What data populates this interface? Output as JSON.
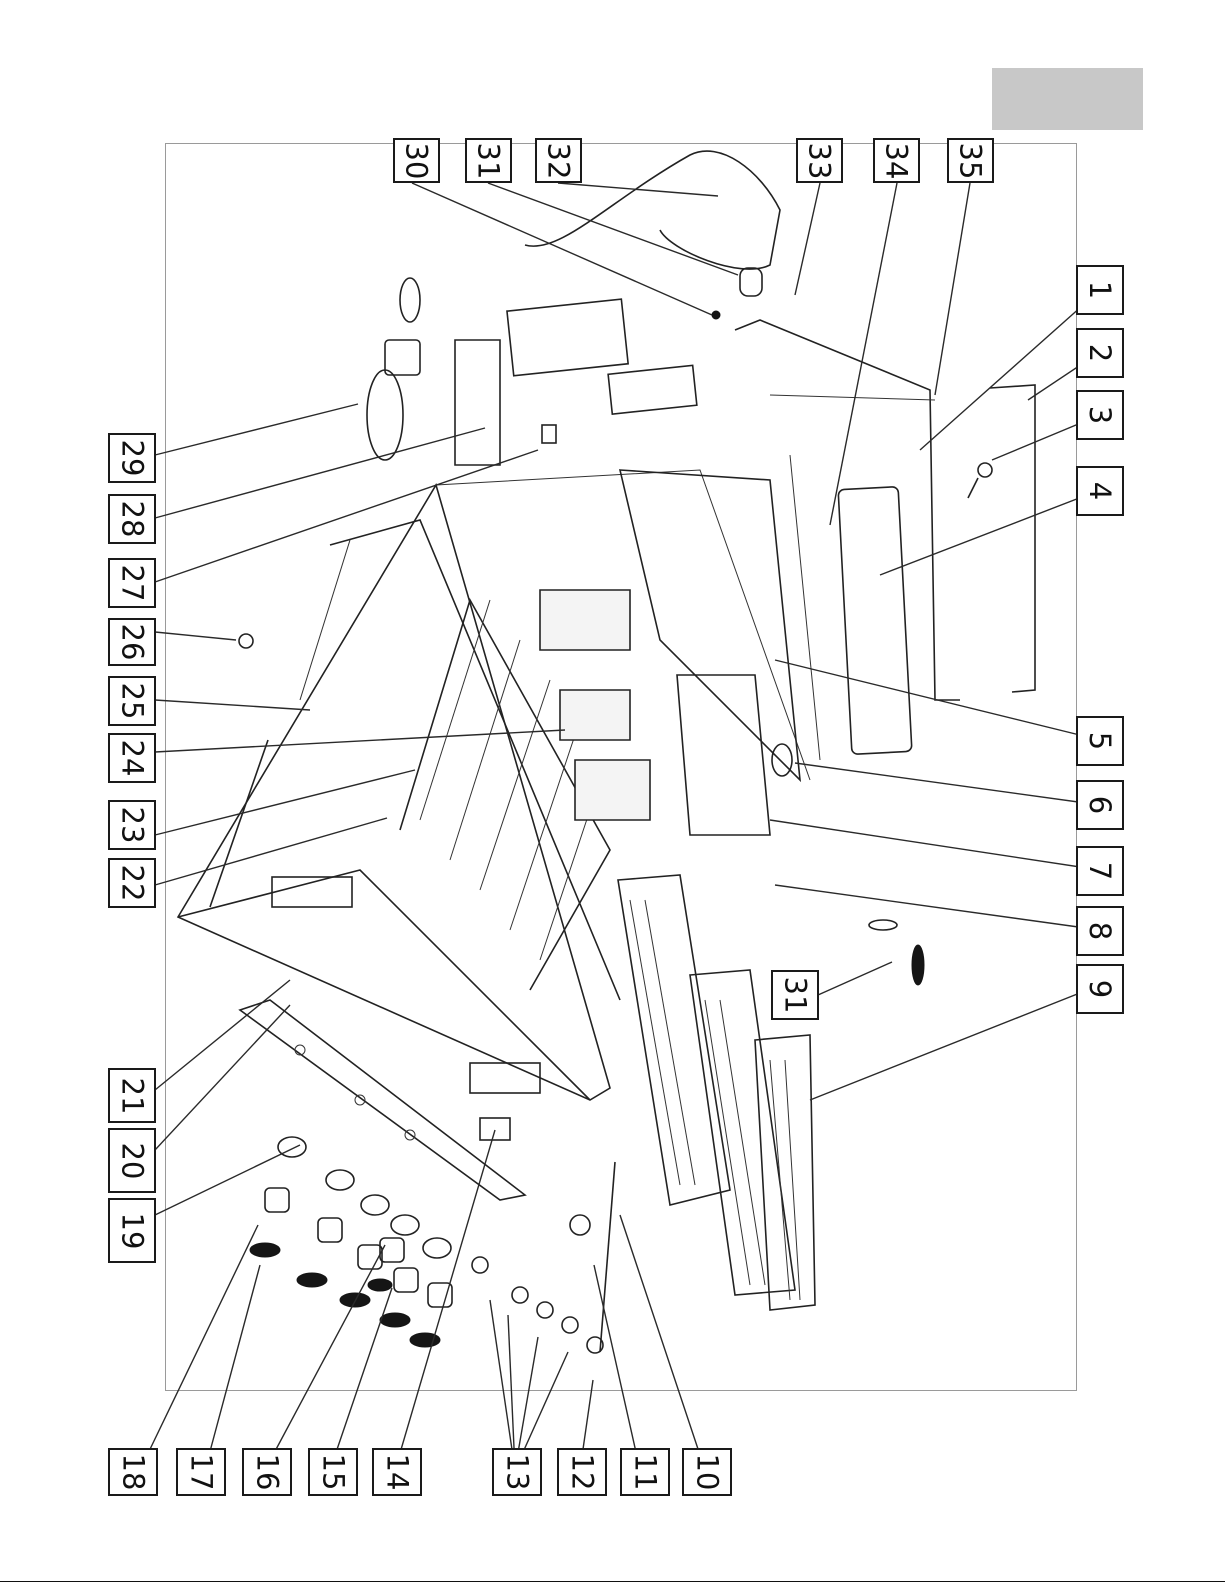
{
  "callouts": {
    "top": [
      "30",
      "31",
      "32",
      "33",
      "34",
      "35"
    ],
    "right": [
      "1",
      "2",
      "3",
      "4",
      "5",
      "6",
      "7",
      "8",
      "9"
    ],
    "inner": [
      "31"
    ],
    "left": [
      "29",
      "28",
      "27",
      "26",
      "25",
      "24",
      "23",
      "22",
      "21",
      "20",
      "19"
    ],
    "bottom": [
      "18",
      "17",
      "16",
      "15",
      "14",
      "13",
      "12",
      "11",
      "10"
    ]
  },
  "colors": {
    "header_box": "#c8c8c8",
    "line": "#222222",
    "frame": "#9a9a9a"
  }
}
